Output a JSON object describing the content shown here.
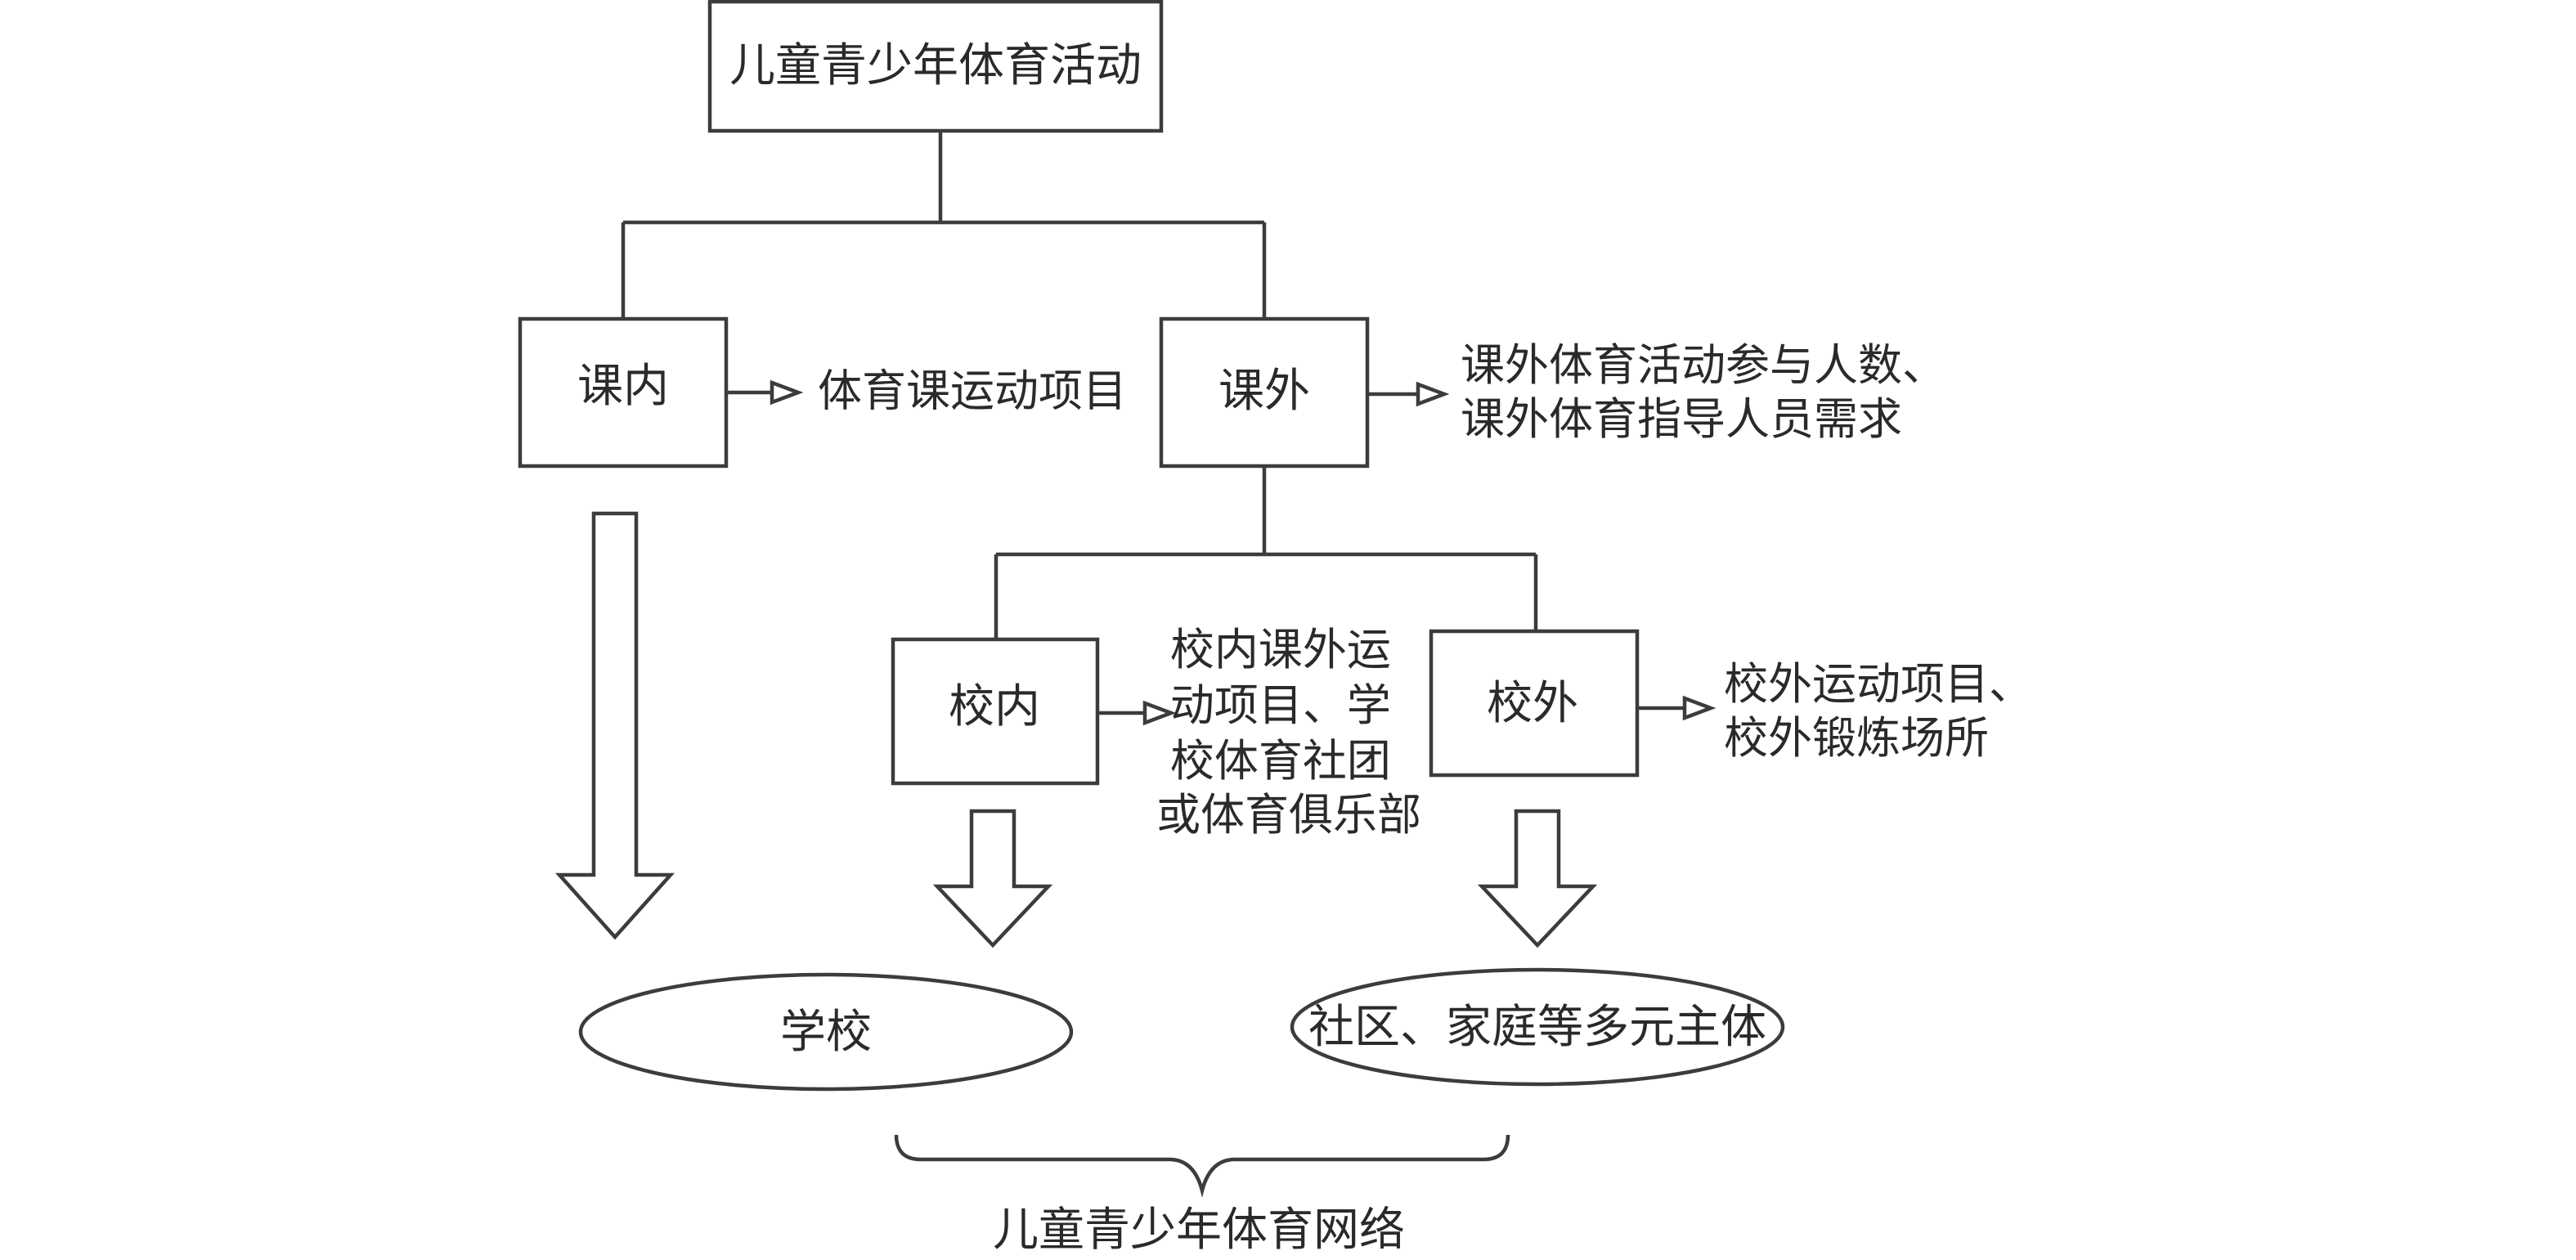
{
  "nodes": {
    "root": "儿童青少年体育活动",
    "in_class": "课内",
    "out_class": "课外",
    "in_school": "校内",
    "out_school": "校外",
    "school": "学校",
    "community": "社区、家庭等多元主体"
  },
  "notes": {
    "in_class": "体育课运动项目",
    "out_class": [
      "课外体育活动参与人数、",
      "课外体育指导人员需求"
    ],
    "in_school": [
      "校内课外运",
      "动项目、学",
      "校体育社团",
      "或体育俱乐部"
    ],
    "out_school": [
      "校外运动项目、",
      "校外锻炼场所"
    ]
  },
  "network_label": "儿童青少年体育网络"
}
